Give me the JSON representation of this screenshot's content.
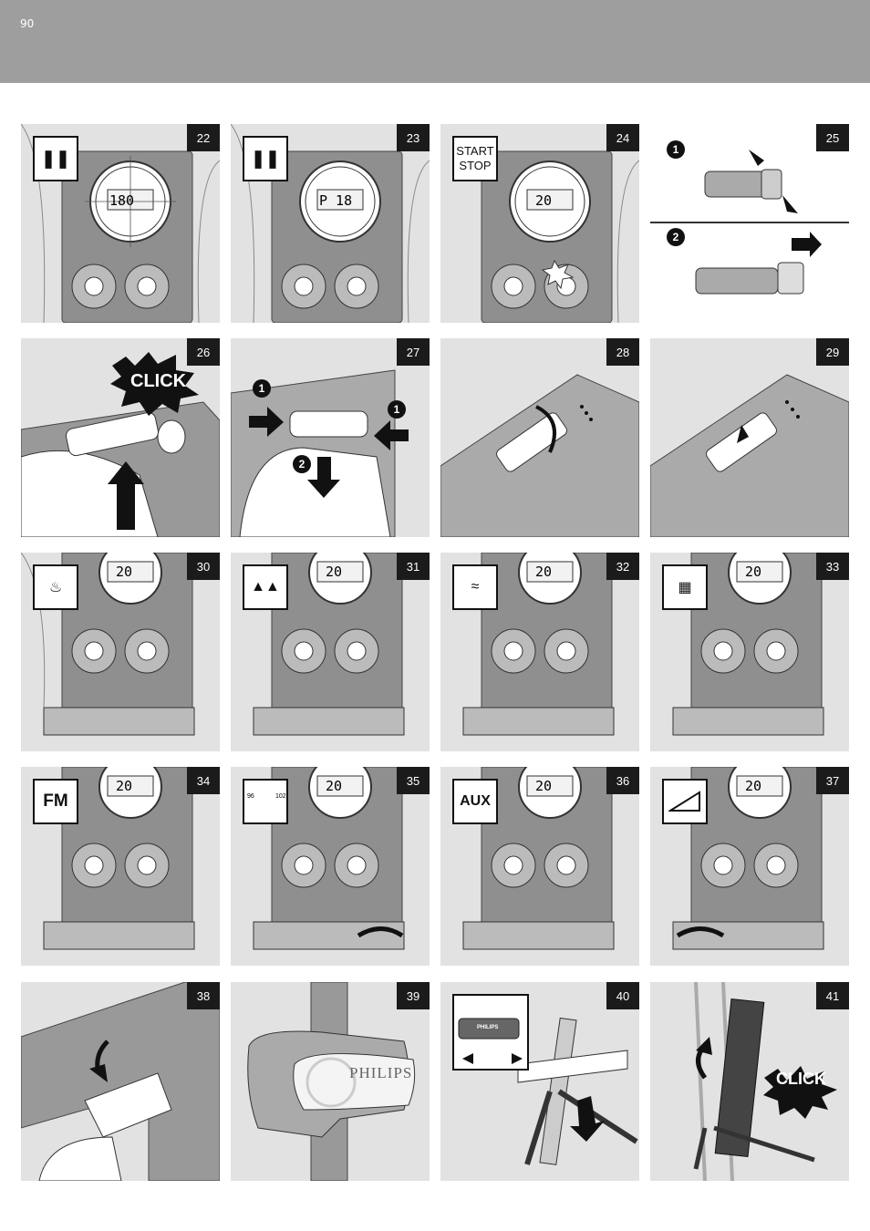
{
  "page": {
    "number": "90"
  },
  "steps": [
    {
      "num": "22",
      "icon": "pause",
      "display": "180"
    },
    {
      "num": "23",
      "icon": "pause",
      "display": "P 18"
    },
    {
      "num": "24",
      "icon_text": [
        "START",
        "STOP"
      ],
      "display": "20"
    },
    {
      "num": "25",
      "markers": [
        "1",
        "2"
      ]
    },
    {
      "num": "26",
      "click": "CLICK"
    },
    {
      "num": "27",
      "markers": [
        "1",
        "2",
        "1"
      ]
    },
    {
      "num": "28"
    },
    {
      "num": "29"
    },
    {
      "num": "30",
      "icon": "classic",
      "display": "20"
    },
    {
      "num": "31",
      "icon": "trees",
      "display": "20"
    },
    {
      "num": "32",
      "icon": "water",
      "display": "20"
    },
    {
      "num": "33",
      "icon": "city",
      "display": "20"
    },
    {
      "num": "34",
      "icon_text": "FM",
      "display": "20"
    },
    {
      "num": "35",
      "freq": [
        "96",
        "102"
      ],
      "display": "20"
    },
    {
      "num": "36",
      "icon_text": "AUX",
      "display": "20"
    },
    {
      "num": "37",
      "icon": "volume",
      "display": "20"
    },
    {
      "num": "38"
    },
    {
      "num": "39",
      "brand": "PHILIPS"
    },
    {
      "num": "40",
      "brand": "PHILIPS"
    },
    {
      "num": "41",
      "click": "CLICK"
    }
  ],
  "device_labels": {
    "start": "START",
    "stop": "STOP",
    "aux": "AUX",
    "fm": "FM"
  }
}
